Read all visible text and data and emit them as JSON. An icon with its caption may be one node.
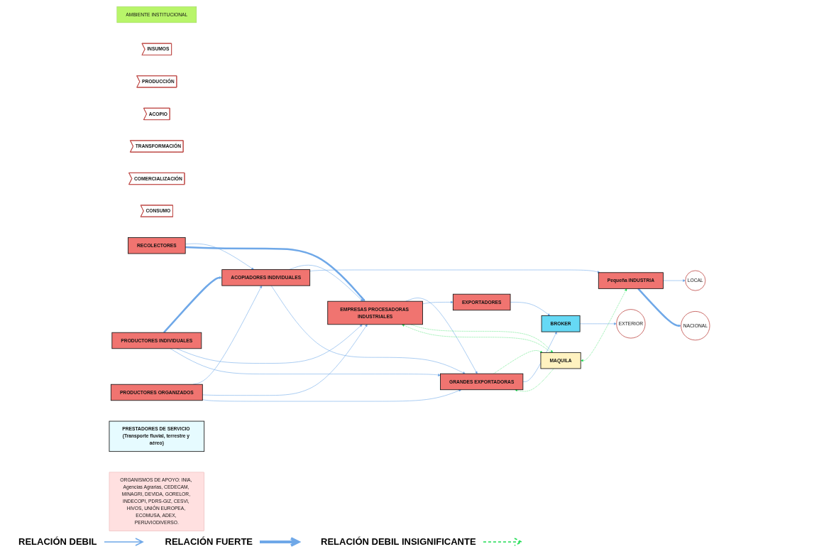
{
  "diagram": {
    "nodes": [
      {
        "text": [
          "AMBIENTE INSTITUCIONAL"
        ]
      },
      {
        "text": [
          "INSUMOS"
        ]
      },
      {
        "text": [
          "PRODUCCIÓN"
        ]
      },
      {
        "text": [
          "ACOPIO"
        ]
      },
      {
        "text": [
          "TRANSFORMACIÓN"
        ]
      },
      {
        "text": [
          "COMERCIALIZACIÓN"
        ]
      },
      {
        "text": [
          "CONSUMO"
        ]
      },
      {
        "text": [
          "RECOLECTORES"
        ]
      },
      {
        "text": [
          "ACOPIADORES INDIVIDUALES"
        ]
      },
      {
        "text": [
          "Pequeña INDUSTRIA"
        ]
      },
      {
        "text": [
          "LOCAL"
        ]
      },
      {
        "text": [
          "PRODUCTORES INDIVIDUALES"
        ]
      },
      {
        "text": [
          "EMPRESAS PROCESADORAS INDUSTRIALES"
        ]
      },
      {
        "text": [
          "EXPORTADORES"
        ]
      },
      {
        "text": [
          "NACIONAL"
        ]
      },
      {
        "text": [
          "MAQUILA"
        ]
      },
      {
        "text": [
          "BROKER"
        ]
      },
      {
        "text": [
          "EXTERIOR"
        ]
      },
      {
        "text": [
          "PRODUCTORES ORGANIZADOS"
        ]
      },
      {
        "text": [
          "GRANDES EXPORTADORAS"
        ]
      },
      {
        "text": [
          "PRESTADORES DE SERVICIO (Transporte fluvial, terrestre y aéreo)"
        ]
      },
      {
        "text": [
          "ORGANISMOS DE APOYO: INIA, Agencias Agrarias, CEDECAM, MINAGRI, DEVIDA, GORELOR, INDECOPI, PDRS-GIZ, CESVI, HIVOS, UNIÓN EUROPEA, ECOMUSA, ADEX, PERUVIODIVERSO."
        ]
      }
    ],
    "edges": [
      {
        "from": 7,
        "to": 8,
        "arrow": "to"
      },
      {
        "from": 7,
        "to": 12,
        "arrow": "to",
        "style": "thick"
      },
      {
        "from": 11,
        "to": 8,
        "arrow": "to",
        "style": "thick"
      },
      {
        "from": 11,
        "to": 12,
        "arrow": "to"
      },
      {
        "from": 11,
        "to": 19,
        "arrow": "to"
      },
      {
        "from": 18,
        "to": 8,
        "arrow": "to"
      },
      {
        "from": 18,
        "to": 12,
        "arrow": "to"
      },
      {
        "from": 18,
        "to": 19,
        "arrow": "to"
      },
      {
        "from": 8,
        "to": 12,
        "arrow": "to"
      },
      {
        "from": 8,
        "to": 9,
        "arrow": "to"
      },
      {
        "from": 8,
        "to": 19,
        "arrow": "to"
      },
      {
        "from": 12,
        "to": 19,
        "arrow": "to"
      },
      {
        "from": 12,
        "to": 13,
        "arrow": "to"
      },
      {
        "from": 12,
        "to": 15,
        "arrow": "to",
        "style": "dashed",
        "color": "#22dd55"
      },
      {
        "from": 15,
        "to": 12,
        "arrow": "to",
        "style": "dashed",
        "color": "#22dd55"
      },
      {
        "from": 15,
        "to": 19,
        "arrow": "to",
        "style": "dashed",
        "color": "#22dd55"
      },
      {
        "from": 19,
        "to": 15,
        "arrow": "to",
        "style": "dashed",
        "color": "#22dd55"
      },
      {
        "from": 15,
        "to": 9,
        "arrow": "both",
        "style": "dashed",
        "color": "#22dd55"
      },
      {
        "from": 9,
        "to": 10,
        "arrow": "to"
      },
      {
        "from": 9,
        "to": 14,
        "arrow": "to",
        "style": "thick"
      },
      {
        "from": 13,
        "to": 16,
        "arrow": "to"
      },
      {
        "from": 19,
        "to": 16,
        "arrow": "to"
      },
      {
        "from": 16,
        "to": 17,
        "arrow": "to"
      }
    ],
    "legend": [
      {
        "text": "RELACIÓN DEBIL"
      },
      {
        "text": "RELACIÓN FUERTE"
      },
      {
        "text": "RELACIÓN DEBIL INSIGNIFICANTE"
      }
    ]
  }
}
